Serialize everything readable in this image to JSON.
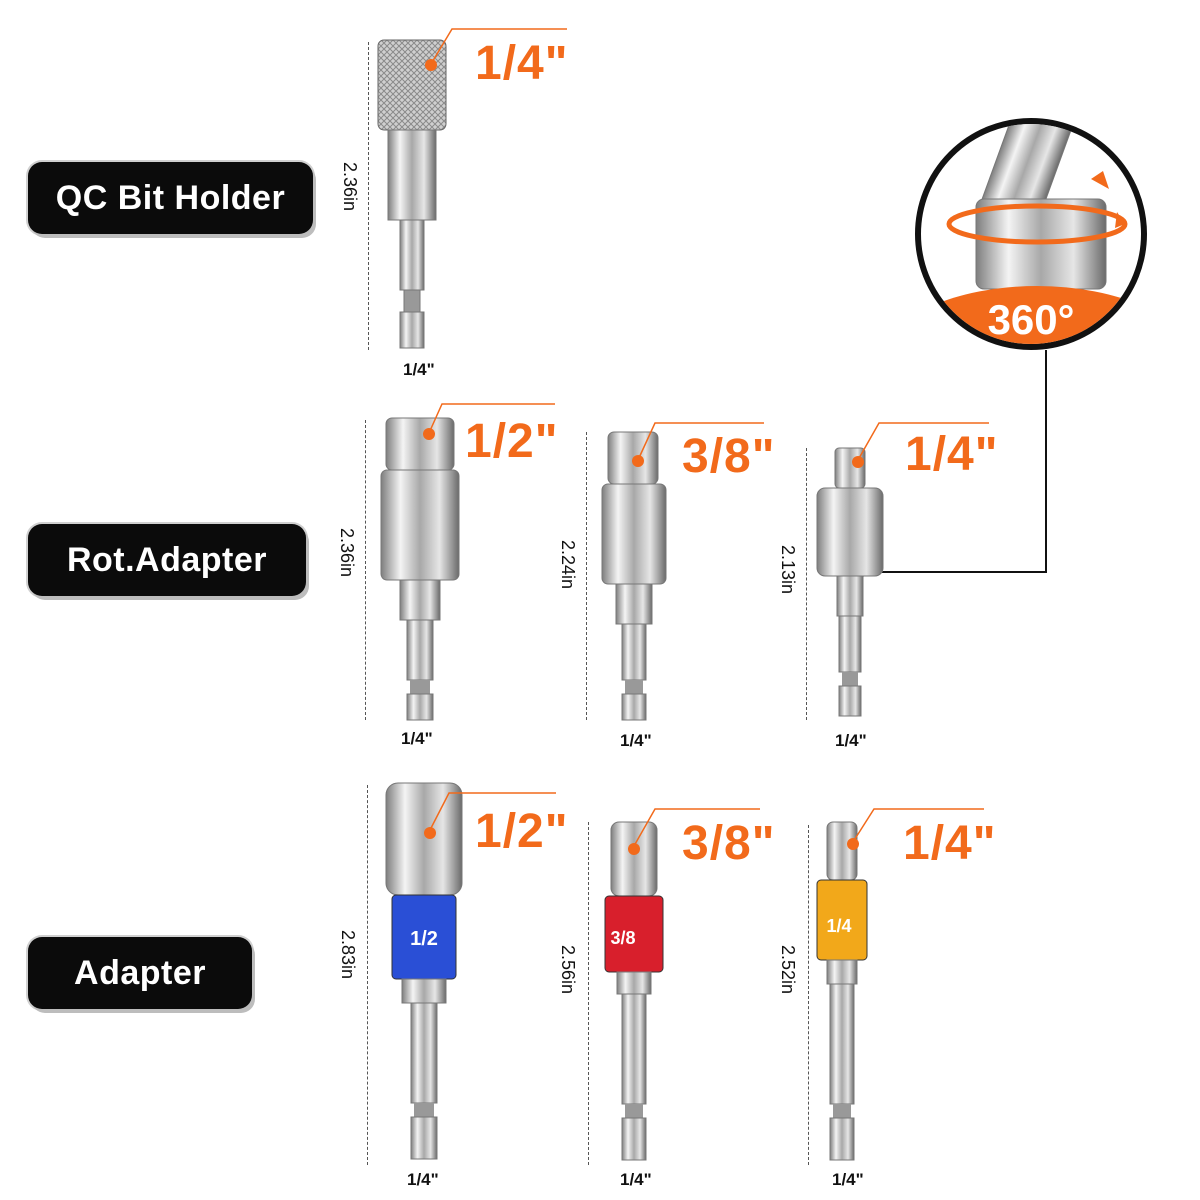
{
  "rows": {
    "qc": {
      "label": "QC Bit Holder",
      "tools": [
        {
          "size": "1/4\"",
          "length": "2.36in",
          "shank": "1/4\""
        }
      ]
    },
    "rot": {
      "label": "Rot.Adapter",
      "tools": [
        {
          "size": "1/2\"",
          "length": "2.36in",
          "shank": "1/4\""
        },
        {
          "size": "3/8\"",
          "length": "2.24in",
          "shank": "1/4\""
        },
        {
          "size": "1/4\"",
          "length": "2.13in",
          "shank": "1/4\""
        }
      ]
    },
    "adapter": {
      "label": "Adapter",
      "tools": [
        {
          "size": "1/2\"",
          "length": "2.83in",
          "shank": "1/4\"",
          "band_text": "1/2",
          "band_color": "#2a4fd6"
        },
        {
          "size": "3/8\"",
          "length": "2.56in",
          "shank": "1/4\"",
          "band_text": "3/8",
          "band_color": "#d81f2c"
        },
        {
          "size": "1/4\"",
          "length": "2.52in",
          "shank": "1/4\"",
          "band_text": "1/4",
          "band_color": "#f2a81a"
        }
      ]
    }
  },
  "rotation_callout": {
    "text": "360°"
  },
  "colors": {
    "accent": "#f26a1b",
    "pill": "#0b0b0b"
  }
}
